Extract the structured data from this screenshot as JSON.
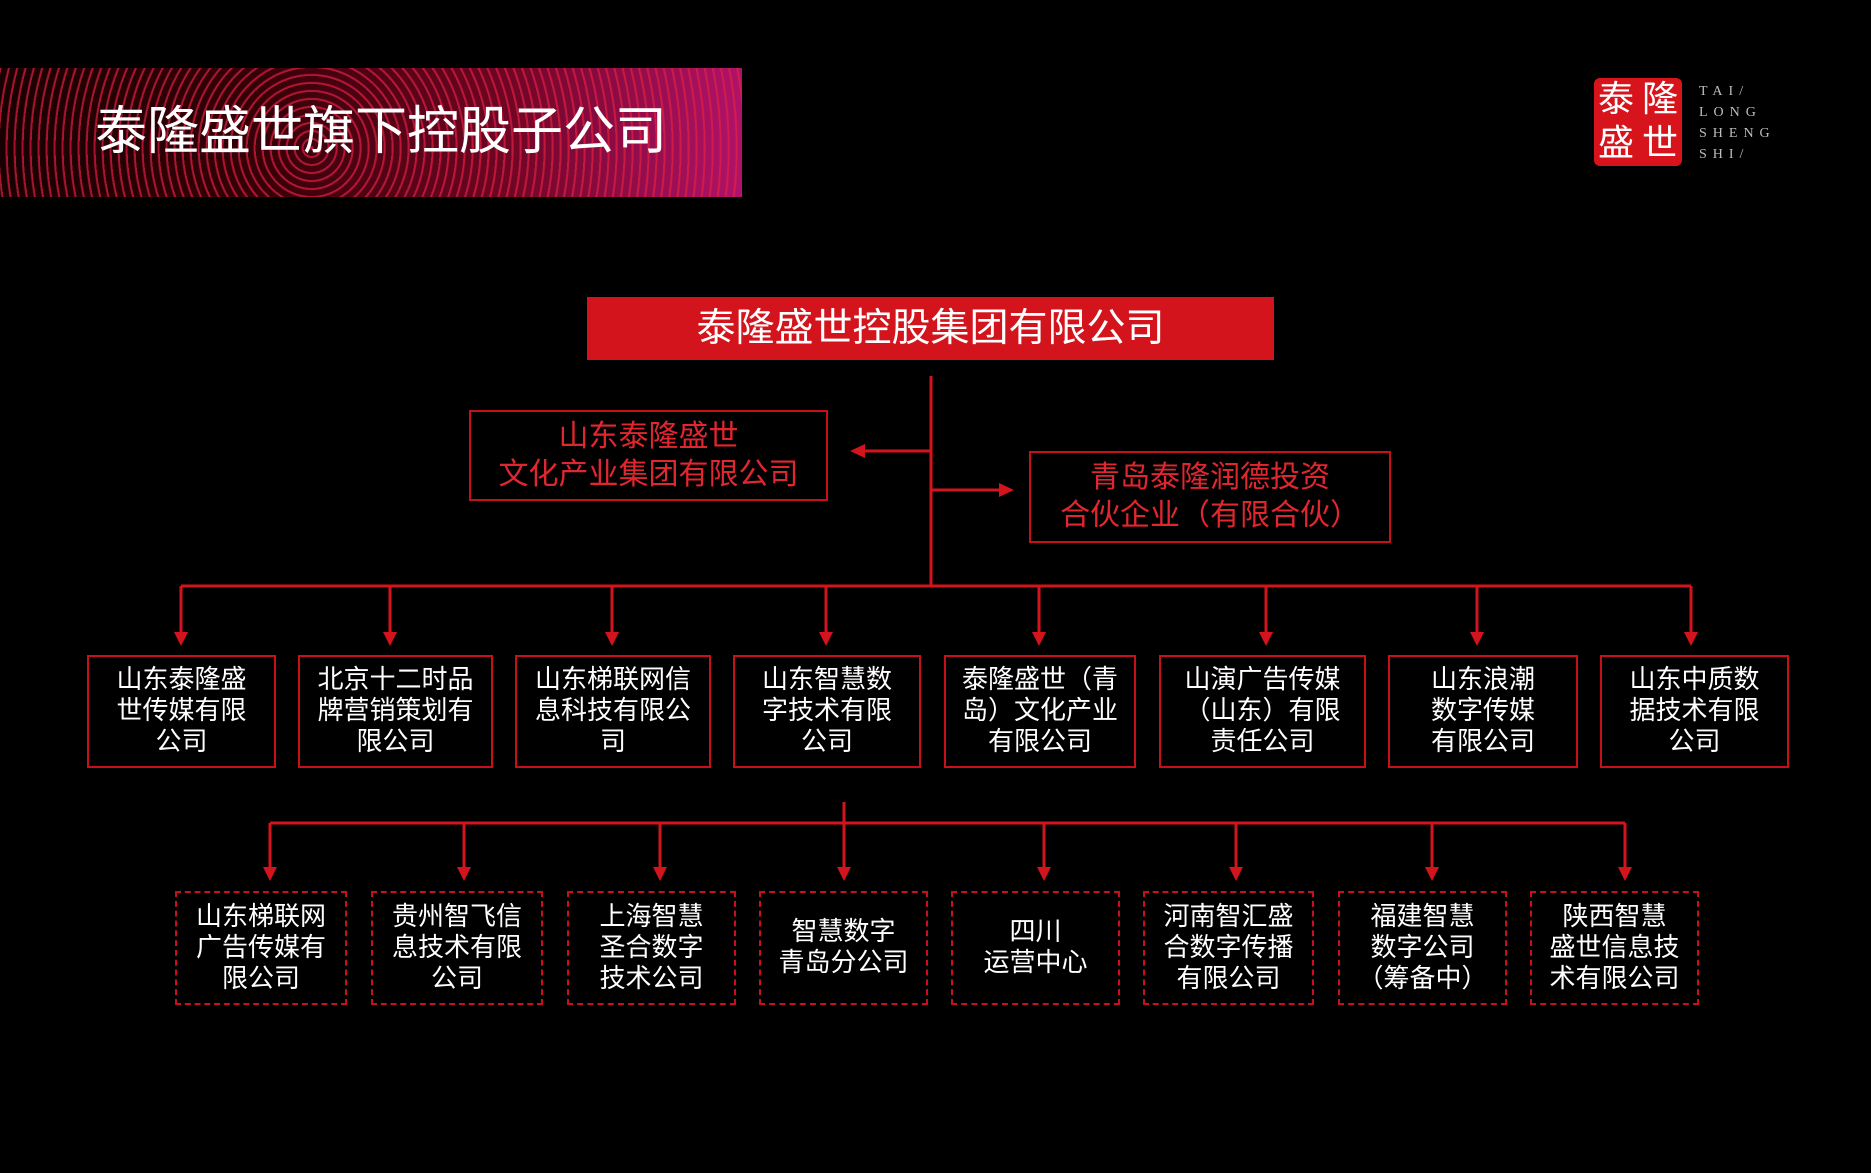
{
  "header": {
    "title": "泰隆盛世旗下控股子公司"
  },
  "logo": {
    "chars": [
      "泰",
      "隆",
      "盛",
      "世"
    ],
    "wordmark": [
      "TAI/",
      "LONG",
      "SHENG",
      "SHI/"
    ]
  },
  "colors": {
    "background": "#000000",
    "accent": "#d3141c",
    "affiliate_text": "#e0262e",
    "box_text": "#ffffff"
  },
  "org": {
    "root": "泰隆盛世控股集团有限公司",
    "affiliates": [
      "山东泰隆盛世\n文化产业集团有限公司",
      "青岛泰隆润德投资\n合伙企业（有限合伙）"
    ],
    "subsidiaries": [
      "山东泰隆盛\n世传媒有限\n公司",
      "北京十二时品\n牌营销策划有\n限公司",
      "山东梯联网信\n息科技有限公\n司",
      "山东智慧数\n字技术有限\n公司",
      "泰隆盛世（青\n岛）文化产业\n有限公司",
      "山演广告传媒\n（山东）有限\n责任公司",
      "山东浪潮\n数字传媒\n有限公司",
      "山东中质数\n据技术有限\n公司"
    ],
    "branches": [
      "山东梯联网\n广告传媒有\n限公司",
      "贵州智飞信\n息技术有限\n公司",
      "上海智慧\n圣合数字\n技术公司",
      "智慧数字\n青岛分公司",
      "四川\n运营中心",
      "河南智汇盛\n合数字传播\n有限公司",
      "福建智慧\n数字公司\n（筹备中）",
      "陕西智慧\n盛世信息技\n术有限公司"
    ]
  }
}
